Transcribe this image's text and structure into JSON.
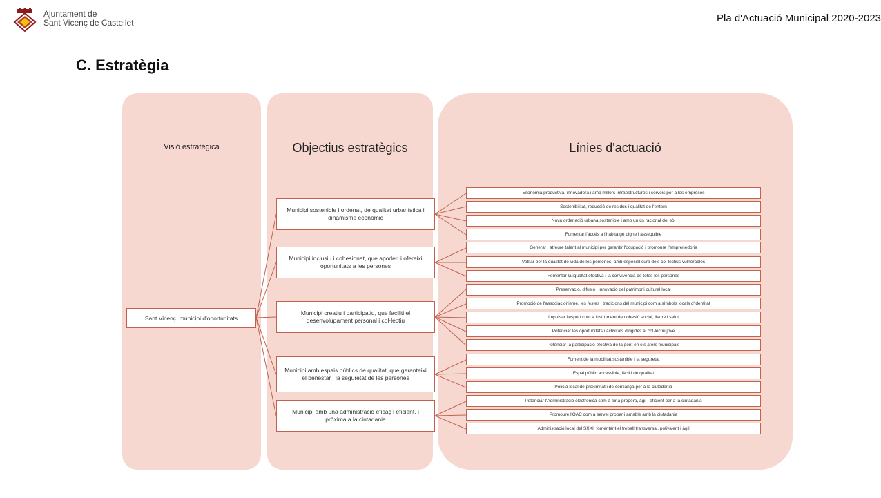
{
  "header": {
    "org_line1": "Ajuntament de",
    "org_line2": "Sant Vicenç de Castellet",
    "doc_title": "Pla d'Actuació Municipal 2020-2023"
  },
  "section_title": "C. Estratègia",
  "columns": {
    "vision_heading": "Visió estratègica",
    "objectives_heading": "Objectius estratègics",
    "lines_heading": "Línies d'actuació"
  },
  "vision": "Sant Vicenç, municipi d'oportunitats",
  "objectives": [
    "Municipi sostenible i ordenat, de qualitat urbanística i dinamisme econòmic",
    "Municipi inclusiu i cohesionat, que apoderi i ofereixi oportunitats a les persones",
    "Municipi creatiu i participatiu, que faciliti el desenvolupament personal i col·lectiu",
    "Municipi amb espais públics de qualitat, que garanteixi el benestar i la seguretat de les persones",
    "Municipi amb una administració eficaç i eficient, i pròxima a la ciutadania"
  ],
  "lines": [
    "Economia productiva, innovadora i amb millors infraestructures i serveis per a les empreses",
    "Sostenibilitat, reducció de residus i qualitat de l'entorn",
    "Nova ordenació urbana sostenible i amb un ús racional del sòl",
    "Fomentar l'accés a l'habitatge digne i assequible",
    "Generar i atreure talent al municipi per garantir l'ocupació i promoure l'emprenedoria",
    "Vetllar per la qualitat de vida de les persones, amb especial cura dels col·lectius vulnerables",
    "Fomentar la igualtat efectiva i la convivència de totes les persones",
    "Preservació, difusió i innovació del patrimoni cultural local",
    "Promoció de l'associacionisme, les festes i tradicions del municipi com a símbols locals d'identitat",
    "Impulsar l'esport com a instrument de cohesió social, lleure i salut",
    "Potenciar les oportunitats i activitats dirigides al col·lectiu jove",
    "Potenciar la participació efectiva de la gent en els afers municipals",
    "Foment de la mobilitat sostenible i la seguretat",
    "Espai públic accessible, fàcil i de qualitat",
    "Policia local de proximitat i de confiança per a la ciutadania",
    "Potenciar l'Administració electrònica com a eina propera, àgil i eficient per a la ciutadania",
    "Promoure l'OAC com a servei proper i amable amb la ciutadania",
    "Administració local del SXXI, fomentant el treball transversal, polivalent i àgil"
  ],
  "colors": {
    "panel": "#f6d8d1",
    "connector": "#c4614c"
  }
}
